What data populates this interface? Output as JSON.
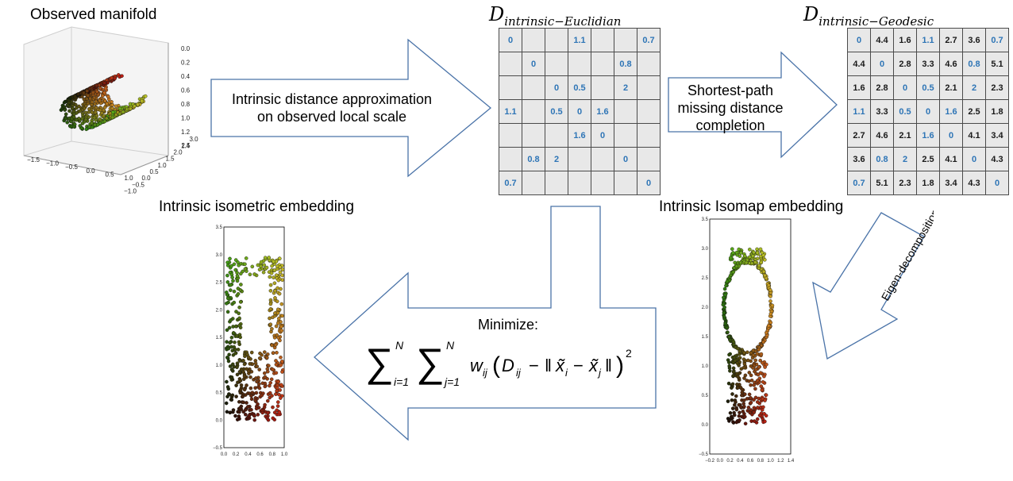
{
  "labels": {
    "observed_manifold": "Observed  manifold",
    "intrinsic_isometric": "Intrinsic isometric embedding",
    "intrinsic_isomap": "Intrinsic Isomap embedding"
  },
  "arrows": {
    "approx_line1": "Intrinsic distance approximation",
    "approx_line2": "on observed  local scale",
    "shortest_line1": "Shortest-path",
    "shortest_line2": "missing distance",
    "shortest_line3": "completion",
    "eigen": "Eigen-decomposition",
    "minimize": "Minimize:"
  },
  "matrix_euclid": {
    "title_main": "D",
    "title_sub": "intrinsic−Euclidian",
    "rows": [
      [
        "0",
        "",
        "",
        "1.1",
        "",
        "",
        "0.7"
      ],
      [
        "",
        "0",
        "",
        "",
        "",
        "0.8",
        ""
      ],
      [
        "",
        "",
        "0",
        "0.5",
        "",
        "2",
        ""
      ],
      [
        "1.1",
        "",
        "0.5",
        "0",
        "1.6",
        "",
        ""
      ],
      [
        "",
        "",
        "",
        "1.6",
        "0",
        "",
        ""
      ],
      [
        "",
        "0.8",
        "2",
        "",
        "",
        "0",
        ""
      ],
      [
        "0.7",
        "",
        "",
        "",
        "",
        "",
        "0"
      ]
    ]
  },
  "matrix_geodesic": {
    "title_main": "D",
    "title_sub": "intrinsic−Geodesic",
    "rows": [
      [
        "0",
        "4.4",
        "1.6",
        "1.1",
        "2.7",
        "3.6",
        "0.7"
      ],
      [
        "4.4",
        "0",
        "2.8",
        "3.3",
        "4.6",
        "0.8",
        "5.1"
      ],
      [
        "1.6",
        "2.8",
        "0",
        "0.5",
        "2.1",
        "2",
        "2.3"
      ],
      [
        "1.1",
        "3.3",
        "0.5",
        "0",
        "1.6",
        "2.5",
        "1.8"
      ],
      [
        "2.7",
        "4.6",
        "2.1",
        "1.6",
        "0",
        "4.1",
        "3.4"
      ],
      [
        "3.6",
        "0.8",
        "2",
        "2.5",
        "4.1",
        "0",
        "4.3"
      ],
      [
        "0.7",
        "5.1",
        "2.3",
        "1.8",
        "3.4",
        "4.3",
        "0"
      ]
    ],
    "blue_cells": [
      [
        0,
        0
      ],
      [
        0,
        3
      ],
      [
        0,
        6
      ],
      [
        1,
        1
      ],
      [
        1,
        5
      ],
      [
        2,
        2
      ],
      [
        2,
        3
      ],
      [
        2,
        5
      ],
      [
        3,
        0
      ],
      [
        3,
        2
      ],
      [
        3,
        3
      ],
      [
        3,
        4
      ],
      [
        4,
        3
      ],
      [
        4,
        4
      ],
      [
        5,
        1
      ],
      [
        5,
        2
      ],
      [
        5,
        5
      ],
      [
        6,
        0
      ],
      [
        6,
        6
      ]
    ]
  },
  "plot3d": {
    "z_ticks": [
      "0.0",
      "0.2",
      "0.4",
      "0.6",
      "0.8",
      "1.0",
      "1.2",
      "1.4"
    ],
    "x_ticks": [
      "−1.5",
      "−1.0",
      "−0.5",
      "0.0",
      "0.5",
      "1.0"
    ],
    "y_ticks": [
      "3.0",
      "2.5",
      "2.0",
      "1.5",
      "1.0",
      "0.5",
      "0.0",
      "−0.5",
      "−1.0"
    ]
  },
  "plot_isometric": {
    "y_ticks": [
      "3.5",
      "3.0",
      "2.5",
      "2.0",
      "1.5",
      "1.0",
      "0.5",
      "0.0",
      "−0.5"
    ],
    "x_ticks": [
      "0.0",
      "0.2",
      "0.4",
      "0.6",
      "0.8",
      "1.0"
    ]
  },
  "plot_isomap": {
    "y_ticks": [
      "3.5",
      "3.0",
      "2.5",
      "2.0",
      "1.5",
      "1.0",
      "0.5",
      "0.0",
      "−0.5"
    ],
    "x_ticks": [
      "−0.2",
      "0.0",
      "0.2",
      "0.4",
      "0.6",
      "0.8",
      "1.0",
      "1.2",
      "1.4"
    ]
  },
  "colors": {
    "arrow_stroke": "#4a73a8",
    "matrix_blue": "#2e75b6",
    "cell_bg": "#e8e8e8"
  }
}
